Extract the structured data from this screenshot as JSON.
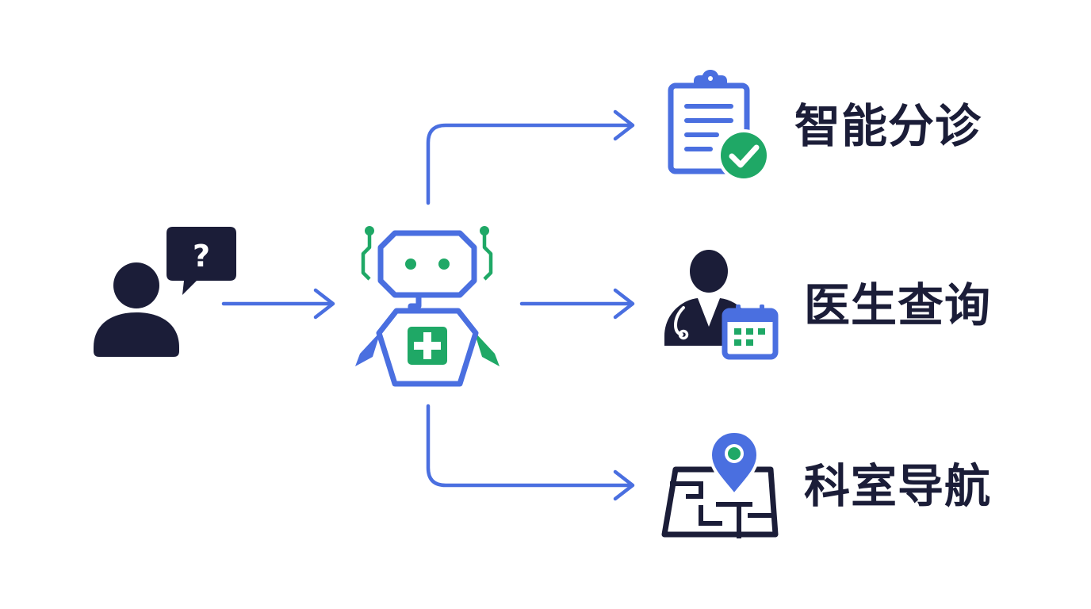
{
  "colors": {
    "blue": "#4a6fe0",
    "green": "#1fa866",
    "navy": "#1b1d38",
    "white": "#ffffff"
  },
  "user": {
    "icon": "user-icon",
    "bubble_icon": "speech-bubble-icon",
    "bubble_text": "?"
  },
  "robot": {
    "icon": "medical-robot-icon",
    "chest_icon": "medical-cross-icon"
  },
  "services": [
    {
      "label": "智能分诊",
      "icon": "clipboard-check-icon"
    },
    {
      "label": "医生查询",
      "icon": "doctor-calendar-icon"
    },
    {
      "label": "科室导航",
      "icon": "map-pin-icon"
    }
  ]
}
